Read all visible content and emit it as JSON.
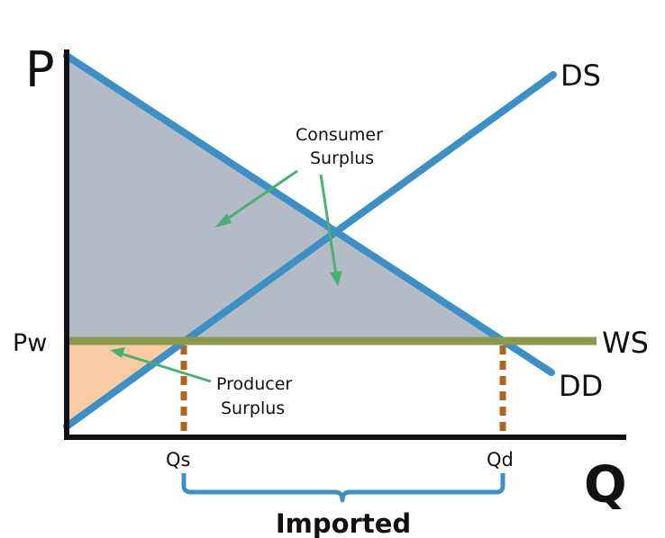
{
  "diagram": {
    "axis_y_label": "P",
    "axis_x_label": "Q",
    "price_world_label": "Pw",
    "supply_label": "DS",
    "demand_label": "DD",
    "world_supply_label": "WS",
    "qs_label": "Qs",
    "qd_label": "Qd",
    "imported_label": "Imported",
    "consumer_surplus_label": [
      "Consumer",
      "Surplus"
    ],
    "producer_surplus_label": [
      "Producer",
      "Surplus"
    ]
  },
  "colors": {
    "curve_blue": "#3d8fc6",
    "world_price_olive": "#8c9a4f",
    "consumer_surplus_fill": "#b3bcc6",
    "producer_surplus_fill": "#f8cba2",
    "arrow_green": "#4caf73",
    "dotted_orange": "#b0651f",
    "axis_black": "#111111"
  }
}
